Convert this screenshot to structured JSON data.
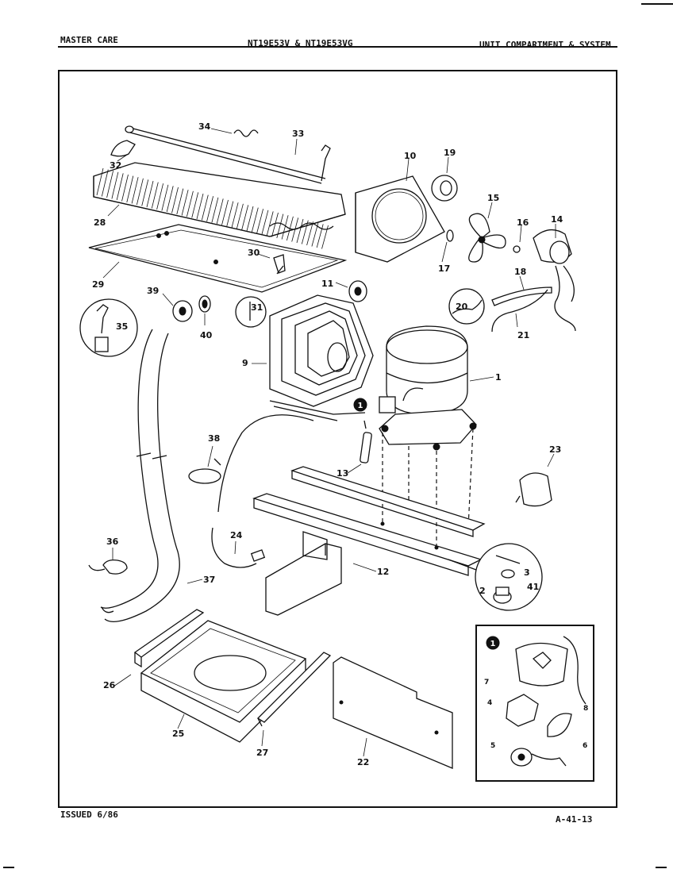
{
  "header": {
    "left": "MASTER CARE",
    "center": "NT19E53V & NT19E53VG",
    "right": "UNIT COMPARTMENT & SYSTEM"
  },
  "footer": {
    "left": "ISSUED 6/86",
    "right": "A-41-13"
  },
  "callouts": {
    "c1": "1",
    "c2": "2",
    "c3": "3",
    "c9": "9",
    "c10": "10",
    "c11": "11",
    "c12": "12",
    "c13": "13",
    "c14": "14",
    "c15": "15",
    "c16": "16",
    "c17": "17",
    "c18": "18",
    "c19": "19",
    "c20": "20",
    "c21": "21",
    "c22": "22",
    "c23": "23",
    "c24": "24",
    "c25": "25",
    "c26": "26",
    "c27": "27",
    "c28": "28",
    "c29": "29",
    "c30": "30",
    "c31": "31",
    "c32": "32",
    "c33": "33",
    "c34": "34",
    "c35": "35",
    "c36": "36",
    "c37": "37",
    "c38": "38",
    "c39": "39",
    "c40": "40",
    "c41": "41"
  },
  "inset": {
    "marker": "1",
    "c4": "4",
    "c5": "5",
    "c6": "6",
    "c7": "7",
    "c8": "8"
  }
}
